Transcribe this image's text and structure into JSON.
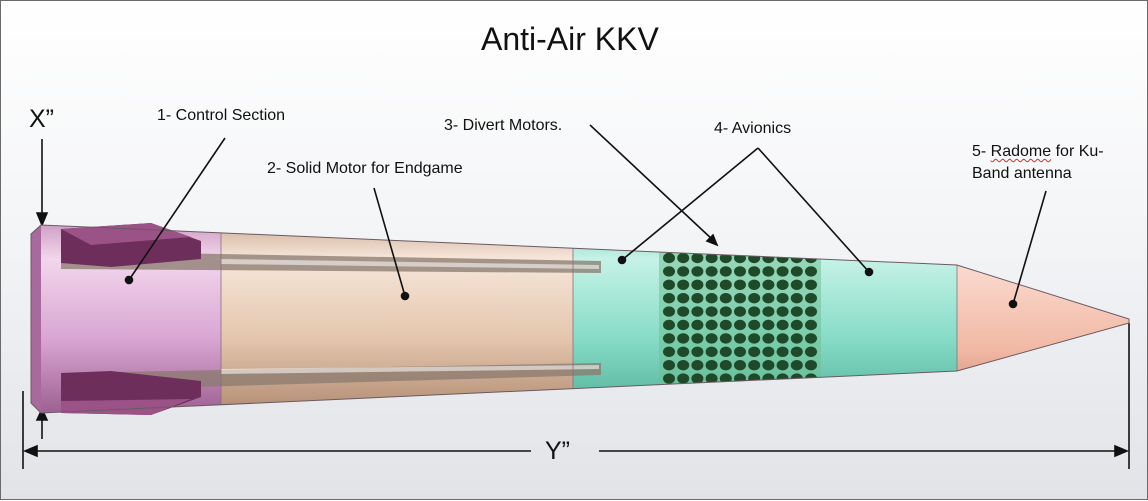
{
  "title": "Anti-Air KKV",
  "dimensions": {
    "x": "X”",
    "y": "Y”"
  },
  "labels": {
    "control": "1- Control Section",
    "motor": "2- Solid Motor for Endgame",
    "divert": "3- Divert Motors.",
    "avionics": "4- Avionics",
    "radome_prefix": "5- ",
    "radome_word": "Radome",
    "radome_rest": " for Ku-",
    "radome_line2": "Band antenna"
  },
  "colors": {
    "control_section": "#d9a6d3",
    "fin": "#6d2e5c",
    "solid_motor": "#e4c6ad",
    "divert_section": "#7fdcc6",
    "divert_dots": "#1f4a2a",
    "radome": "#f1b8a4"
  }
}
